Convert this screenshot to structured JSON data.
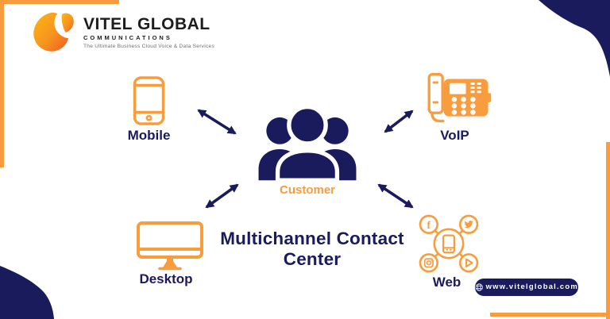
{
  "colors": {
    "navy": "#191b5c",
    "orange": "#F89C3D",
    "logo_gradient_start": "#FDB515",
    "logo_gradient_mid": "#F7941E",
    "logo_gradient_end": "#F05A22",
    "background": "#ffffff",
    "logo_text": "#1d1d1b",
    "tagline_gray": "#6f6f6f"
  },
  "logo": {
    "name": "VITEL GLOBAL",
    "subtitle": "COMMUNICATIONS",
    "tagline": "The Ultimate Business Cloud Voice & Data Services"
  },
  "diagram": {
    "title": "Multichannel Contact Center",
    "center_label": "Customer",
    "nodes": [
      {
        "id": "mobile",
        "label": "Mobile",
        "icon": "smartphone-icon"
      },
      {
        "id": "voip",
        "label": "VoIP",
        "icon": "voip-desk-phone-icon"
      },
      {
        "id": "desktop",
        "label": "Desktop",
        "icon": "desktop-monitor-icon"
      },
      {
        "id": "web",
        "label": "Web",
        "icon": "web-social-channels-icon"
      }
    ],
    "center_icon": "customer-group-icon",
    "connector_style": "double-headed-arrow"
  },
  "footer": {
    "website": "www.vitelglobal.com",
    "icon": "globe-icon"
  }
}
